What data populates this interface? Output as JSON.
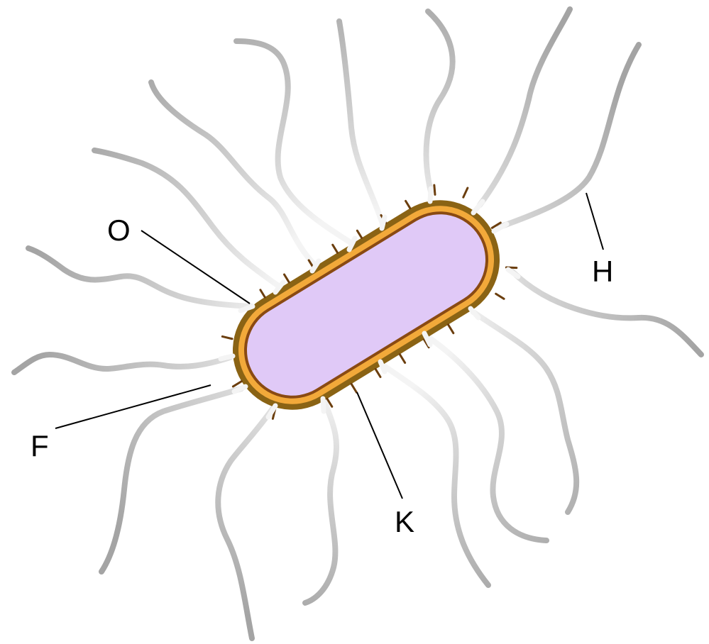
{
  "labels": {
    "o": "O",
    "h": "H",
    "f": "F",
    "k": "K"
  },
  "colors": {
    "cytoplasm": "#e0c9f7",
    "inner_membrane": "#8a4a12",
    "cell_wall": "#f2a93a",
    "capsule": "#8a6314",
    "flagella_base": "#e8e8e8",
    "flagella": "#b0b0b0"
  }
}
